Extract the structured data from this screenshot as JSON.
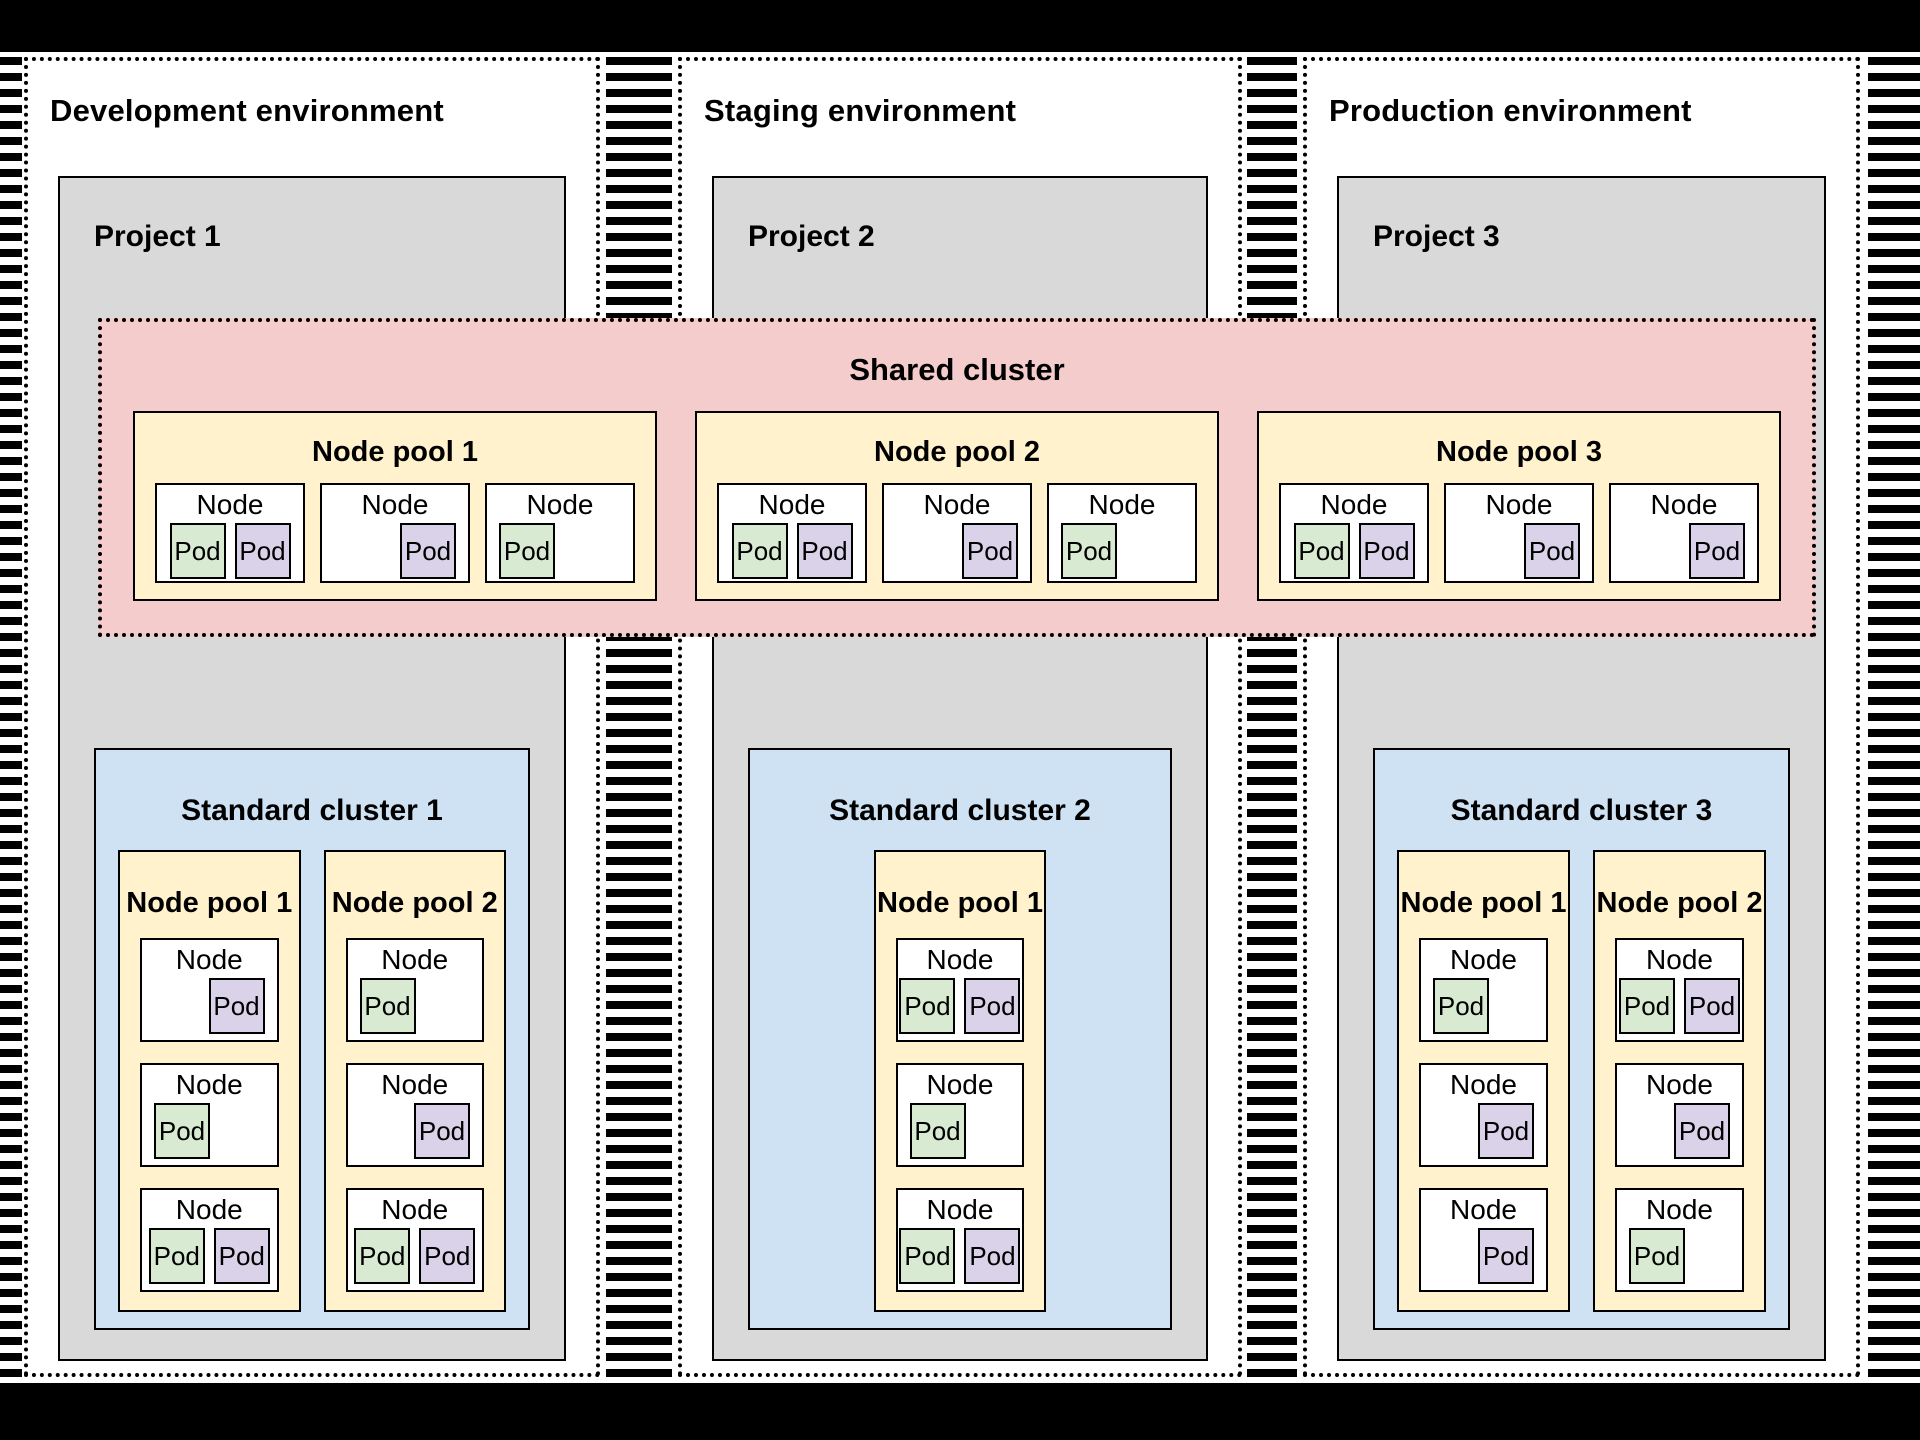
{
  "colors": {
    "frame_black": "#000000",
    "project_bg": "#D9D9D9",
    "shared_cluster_bg": "#F4CCCC",
    "node_pool_bg": "#FFF2CC",
    "standard_cluster_bg": "#CFE2F3",
    "node_bg": "#FFFFFF",
    "pod_green": "#D9EAD3",
    "pod_purple": "#D9D2E9"
  },
  "shared_cluster": {
    "title": "Shared cluster",
    "node_pools": [
      {
        "title": "Node pool 1",
        "nodes": [
          {
            "label": "Node",
            "layout": "pair",
            "pods": [
              {
                "label": "Pod",
                "color": "green"
              },
              {
                "label": "Pod",
                "color": "purple"
              }
            ]
          },
          {
            "label": "Node",
            "layout": "right",
            "pods": [
              {
                "label": "Pod",
                "color": "purple"
              }
            ]
          },
          {
            "label": "Node",
            "layout": "left",
            "pods": [
              {
                "label": "Pod",
                "color": "green"
              }
            ]
          }
        ]
      },
      {
        "title": "Node pool 2",
        "nodes": [
          {
            "label": "Node",
            "layout": "pair",
            "pods": [
              {
                "label": "Pod",
                "color": "green"
              },
              {
                "label": "Pod",
                "color": "purple"
              }
            ]
          },
          {
            "label": "Node",
            "layout": "right",
            "pods": [
              {
                "label": "Pod",
                "color": "purple"
              }
            ]
          },
          {
            "label": "Node",
            "layout": "left",
            "pods": [
              {
                "label": "Pod",
                "color": "green"
              }
            ]
          }
        ]
      },
      {
        "title": "Node pool 3",
        "nodes": [
          {
            "label": "Node",
            "layout": "pair",
            "pods": [
              {
                "label": "Pod",
                "color": "green"
              },
              {
                "label": "Pod",
                "color": "purple"
              }
            ]
          },
          {
            "label": "Node",
            "layout": "right",
            "pods": [
              {
                "label": "Pod",
                "color": "purple"
              }
            ]
          },
          {
            "label": "Node",
            "layout": "right",
            "pods": [
              {
                "label": "Pod",
                "color": "purple"
              }
            ]
          }
        ]
      }
    ]
  },
  "environments": [
    {
      "title": "Development environment",
      "project": {
        "title": "Project 1",
        "standard_cluster": {
          "title": "Standard cluster 1",
          "layout": "double",
          "node_pools": [
            {
              "title": "Node pool 1",
              "nodes": [
                {
                  "label": "Node",
                  "layout": "right",
                  "pods": [
                    {
                      "label": "Pod",
                      "color": "purple"
                    }
                  ]
                },
                {
                  "label": "Node",
                  "layout": "left",
                  "pods": [
                    {
                      "label": "Pod",
                      "color": "green"
                    }
                  ]
                },
                {
                  "label": "Node",
                  "layout": "pair",
                  "pods": [
                    {
                      "label": "Pod",
                      "color": "green"
                    },
                    {
                      "label": "Pod",
                      "color": "purple"
                    }
                  ]
                }
              ]
            },
            {
              "title": "Node pool 2",
              "nodes": [
                {
                  "label": "Node",
                  "layout": "left",
                  "pods": [
                    {
                      "label": "Pod",
                      "color": "green"
                    }
                  ]
                },
                {
                  "label": "Node",
                  "layout": "right",
                  "pods": [
                    {
                      "label": "Pod",
                      "color": "purple"
                    }
                  ]
                },
                {
                  "label": "Node",
                  "layout": "pair",
                  "pods": [
                    {
                      "label": "Pod",
                      "color": "green"
                    },
                    {
                      "label": "Pod",
                      "color": "purple"
                    }
                  ]
                }
              ]
            }
          ]
        }
      }
    },
    {
      "title": "Staging environment",
      "project": {
        "title": "Project 2",
        "standard_cluster": {
          "title": "Standard cluster 2",
          "layout": "single",
          "node_pools": [
            {
              "title": "Node pool 1",
              "nodes": [
                {
                  "label": "Node",
                  "layout": "pair",
                  "pods": [
                    {
                      "label": "Pod",
                      "color": "green"
                    },
                    {
                      "label": "Pod",
                      "color": "purple"
                    }
                  ]
                },
                {
                  "label": "Node",
                  "layout": "left",
                  "pods": [
                    {
                      "label": "Pod",
                      "color": "green"
                    }
                  ]
                },
                {
                  "label": "Node",
                  "layout": "pair",
                  "pods": [
                    {
                      "label": "Pod",
                      "color": "green"
                    },
                    {
                      "label": "Pod",
                      "color": "purple"
                    }
                  ]
                }
              ]
            }
          ]
        }
      }
    },
    {
      "title": "Production environment",
      "project": {
        "title": "Project 3",
        "standard_cluster": {
          "title": "Standard cluster 3",
          "layout": "double",
          "node_pools": [
            {
              "title": "Node pool 1",
              "nodes": [
                {
                  "label": "Node",
                  "layout": "left",
                  "pods": [
                    {
                      "label": "Pod",
                      "color": "green"
                    }
                  ]
                },
                {
                  "label": "Node",
                  "layout": "right",
                  "pods": [
                    {
                      "label": "Pod",
                      "color": "purple"
                    }
                  ]
                },
                {
                  "label": "Node",
                  "layout": "right",
                  "pods": [
                    {
                      "label": "Pod",
                      "color": "purple"
                    }
                  ]
                }
              ]
            },
            {
              "title": "Node pool 2",
              "nodes": [
                {
                  "label": "Node",
                  "layout": "pair",
                  "pods": [
                    {
                      "label": "Pod",
                      "color": "green"
                    },
                    {
                      "label": "Pod",
                      "color": "purple"
                    }
                  ]
                },
                {
                  "label": "Node",
                  "layout": "right",
                  "pods": [
                    {
                      "label": "Pod",
                      "color": "purple"
                    }
                  ]
                },
                {
                  "label": "Node",
                  "layout": "left",
                  "pods": [
                    {
                      "label": "Pod",
                      "color": "green"
                    }
                  ]
                }
              ]
            }
          ]
        }
      }
    }
  ]
}
